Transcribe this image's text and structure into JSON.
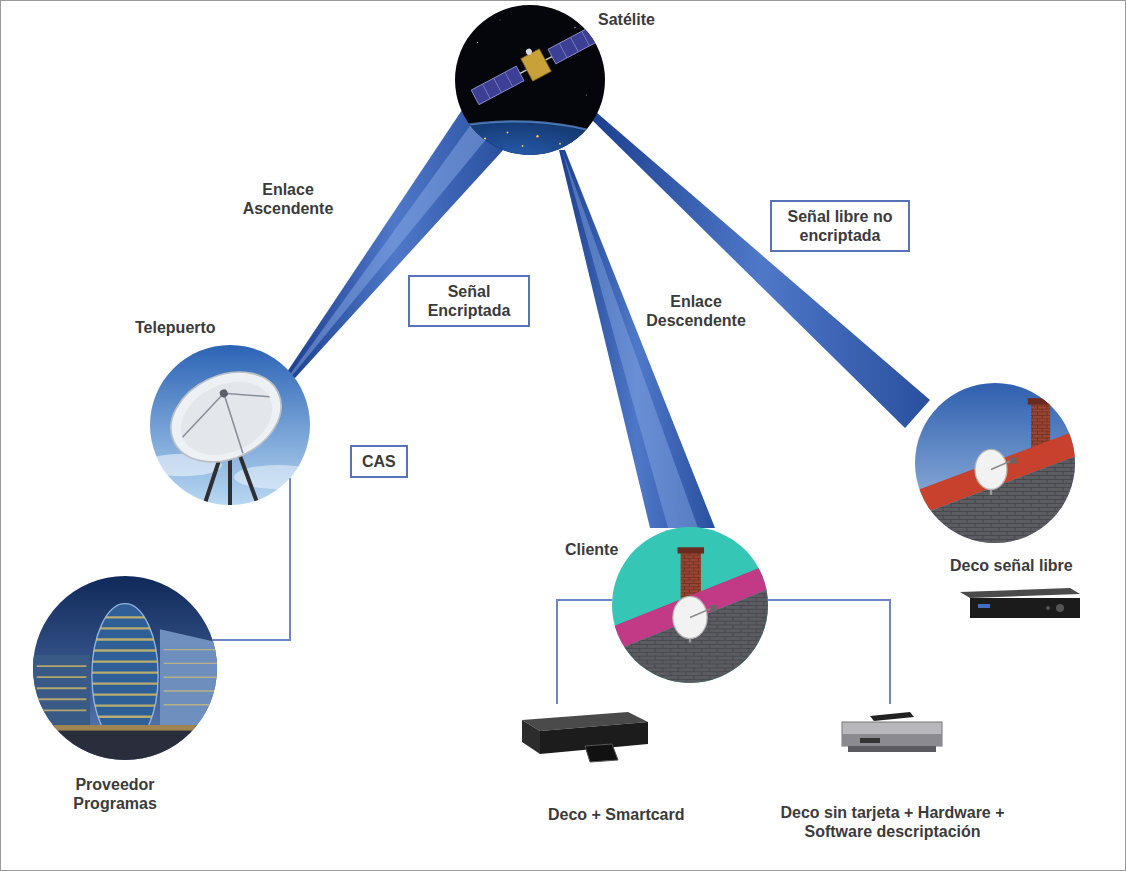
{
  "diagram": {
    "nodes": [
      {
        "text": [
          "Satélite"
        ]
      },
      {
        "text": [
          "Señal libre no encriptada"
        ]
      },
      {
        "text": [
          "Telepuerto"
        ]
      },
      {
        "text": [
          "Señal Encriptada"
        ]
      },
      {
        "text": [
          "CAS"
        ]
      },
      {
        "text": [
          "Cliente"
        ]
      },
      {
        "text": [
          "Proveedor Programas"
        ]
      }
    ],
    "edges": [
      {
        "from": 6,
        "to": 2,
        "arrow": "none"
      }
    ],
    "labels": [
      "Enlace Ascendente",
      "Enlace Descendente",
      "Deco señal libre",
      "Deco + Smartcard",
      "Deco sin tarjeta + Hardware + Software descriptación"
    ]
  }
}
